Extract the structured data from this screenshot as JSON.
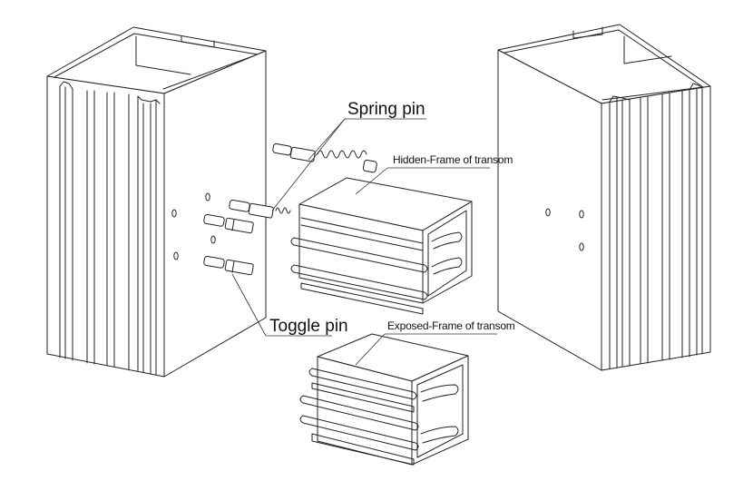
{
  "labels": {
    "spring_pin": "Spring pin",
    "hidden_frame": "Hidden-Frame of transom",
    "toggle_pin": "Toggle pin",
    "exposed_frame": "Exposed-Frame of transom"
  },
  "colors": {
    "line": "#222222",
    "background": "#ffffff"
  }
}
